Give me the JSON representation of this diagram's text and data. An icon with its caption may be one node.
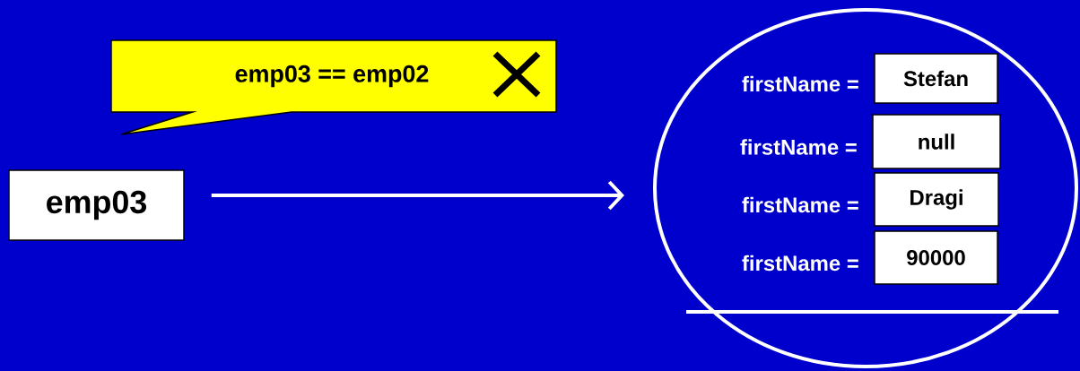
{
  "diagram": {
    "nodes": [
      {
        "text": [
          "emp03 == emp02"
        ]
      },
      {
        "text": [
          "emp03"
        ]
      },
      {
        "text": [],
        "shape": "circle"
      },
      {
        "text": [
          "Stefan"
        ],
        "in": 2,
        "beside": [
          "firstName ="
        ]
      },
      {
        "text": [
          "null"
        ],
        "in": 2,
        "beside": [
          "firstName ="
        ]
      },
      {
        "text": [
          "Dragi"
        ],
        "in": 2,
        "beside": [
          "firstName ="
        ]
      },
      {
        "text": [
          "90000"
        ],
        "in": 2,
        "beside": [
          "firstName ="
        ]
      }
    ],
    "edges": [
      {
        "from": 1,
        "to": 2,
        "arrow": "to"
      }
    ]
  }
}
